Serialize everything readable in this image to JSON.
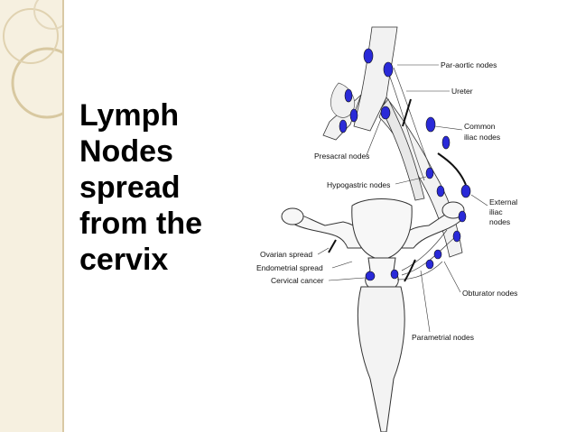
{
  "slide": {
    "title_lines": [
      "Lymph",
      "Nodes",
      "spread",
      "from the",
      "cervix"
    ],
    "colors": {
      "background": "#ffffff",
      "band": "#f6f0e0",
      "band_line": "#d9c9a4",
      "node": "#2a2ad8",
      "text": "#000000"
    }
  },
  "diagram": {
    "labels": {
      "para_aortic": "Par-aortic nodes",
      "ureter": "Ureter",
      "common_1": "Common",
      "common_2": "iliac nodes",
      "presacral": "Presacral nodes",
      "hypogastric": "Hypogastric nodes",
      "external_1": "External",
      "external_2": "iliac",
      "external_3": "nodes",
      "ovarian": "Ovarian spread",
      "endometrial": "Endometrial spread",
      "cervical": "Cervical cancer",
      "obturator": "Obturator nodes",
      "parametrial": "Parametrial nodes"
    }
  }
}
